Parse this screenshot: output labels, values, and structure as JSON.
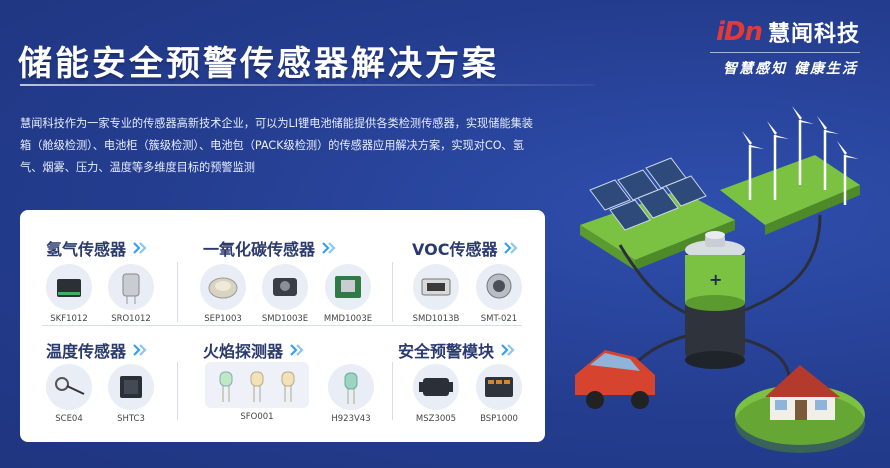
{
  "header": {
    "title": "储能安全预警传感器解决方案",
    "brand_logo": "iDn",
    "brand_name": "慧闻科技",
    "slogan": "智慧感知  健康生活"
  },
  "intro": {
    "text": "慧闻科技作为一家专业的传感器高新技术企业，可以为LI锂电池储能提供各类检测传感器，实现储能集装箱（舱级检测）、电池柜（簇级检测）、电池包（PACK级检测）的传感器应用解决方案，实现对CO、氢气、烟雾、压力、温度等多维度目标的预警监测"
  },
  "groups": [
    {
      "title": "氢气传感器",
      "items": [
        "SKF1012",
        "SRO1012"
      ]
    },
    {
      "title": "一氧化碳传感器",
      "items": [
        "SEP1003",
        "SMD1003E",
        "MMD1003E"
      ]
    },
    {
      "title": "VOC传感器",
      "items": [
        "SMD1013B",
        "SMT-021"
      ]
    },
    {
      "title": "温度传感器",
      "items": [
        "SCE04",
        "SHTC3"
      ]
    },
    {
      "title": "火焰探测器",
      "items": [
        "SFO001",
        "H923V43"
      ]
    },
    {
      "title": "安全预警模块",
      "items": [
        "MSZ3005",
        "BSP1000"
      ]
    }
  ],
  "colors": {
    "background": "#243d8f",
    "panel": "#ffffff",
    "group_title": "#2a3a6e",
    "chevron": "#3aa0e8",
    "brand_logo": "#e53935",
    "battery_green": "#7cc242"
  },
  "icons": [
    "double-chevron-icon",
    "solar-panel-icon",
    "wind-turbine-icon",
    "battery-icon",
    "car-icon",
    "house-icon"
  ]
}
